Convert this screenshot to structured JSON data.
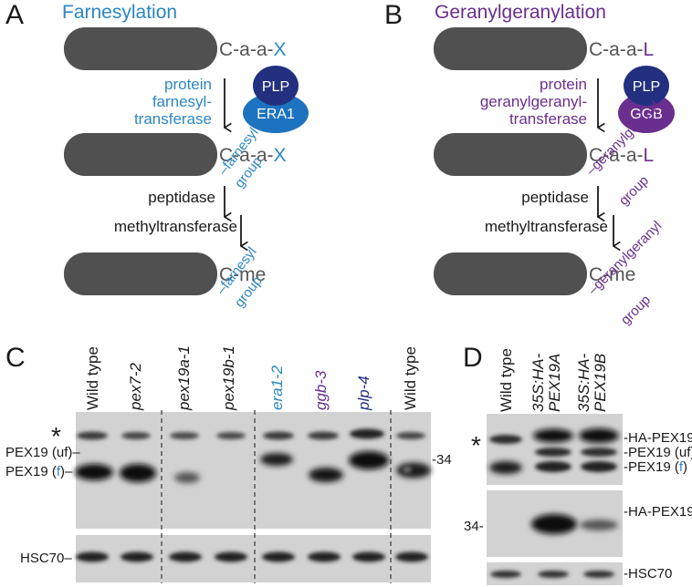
{
  "colors": {
    "farnesyl_blue": "#2b87c4",
    "geranyl_purple": "#6a2f8e",
    "plp_navy": "#22307f",
    "era1_blue": "#1d73bf",
    "ggb_purple": "#6a2f8e",
    "protein_gray": "#505050",
    "text_gray": "#555555"
  },
  "panelA": {
    "letter": "A",
    "title": "Farnesylation",
    "seq1_prefix": "C-a-a-",
    "seq1_end": "X",
    "enzyme_line1": "protein",
    "enzyme_line2": "farnesyl-",
    "enzyme_line3": "transferase",
    "complex_top": "PLP",
    "complex_bottom": "ERA1",
    "seq2_prefix": "C-a-a-",
    "seq2_end": "X",
    "group_line1": "farnesyl",
    "group_line2": "group",
    "step1": "peptidase",
    "step2": "methyltransferase",
    "seq3": "C-me",
    "group3_line1": "farnesyl",
    "group3_line2": "group"
  },
  "panelB": {
    "letter": "B",
    "title": "Geranylgeranylation",
    "seq1_prefix": "C-a-a-",
    "seq1_end": "L",
    "enzyme_line1": "protein",
    "enzyme_line2": "geranylgeranyl-",
    "enzyme_line3": "transferase",
    "complex_top": "PLP",
    "complex_bottom": "GGB",
    "seq2_prefix": "C-a-a-",
    "seq2_end": "L",
    "group_line1": "geranylgeranyl",
    "group_line2": "group",
    "step1": "peptidase",
    "step2": "methyltransferase",
    "seq3": "C-me",
    "group3_line1": "geranylgeranyl",
    "group3_line2": "group"
  },
  "panelC": {
    "letter": "C",
    "lanes": [
      "Wild type",
      "pex7-2",
      "pex19a-1",
      "pex19b-1",
      "era1-2",
      "ggb-3",
      "plp-4",
      "Wild type"
    ],
    "star": "*",
    "label_uf_name": "PEX19 (uf)",
    "label_f_prefix": "PEX19 (",
    "label_f_letter": "f",
    "label_f_suffix": ")",
    "marker": "34",
    "hsc_label": "HSC70"
  },
  "panelD": {
    "letter": "D",
    "lane1": "Wild type",
    "lane2_line1": "35S:HA-",
    "lane2_line2": "PEX19A",
    "lane3_line1": "35S:HA-",
    "lane3_line2": "PEX19B",
    "star": "*",
    "label_ha": "HA-PEX19",
    "label_uf": "PEX19 (uf)",
    "label_f_prefix": "PEX19 (",
    "label_f_letter": "f",
    "label_f_suffix": ")",
    "marker": "34",
    "label_ha2": "HA-PEX19",
    "hsc_label": "HSC70"
  }
}
